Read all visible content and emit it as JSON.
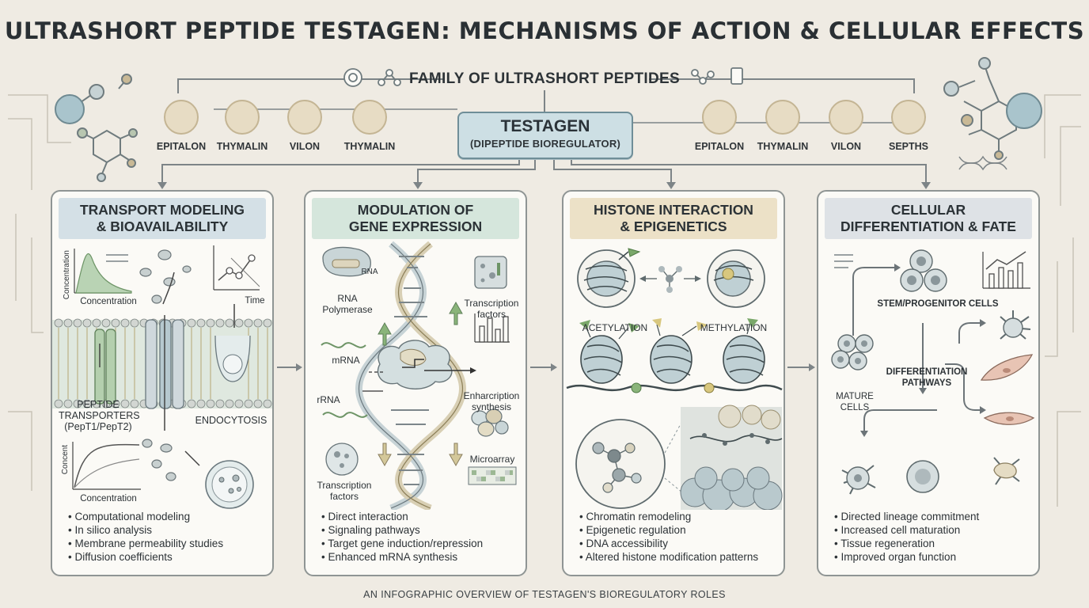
{
  "title": "ULTRASHORT PEPTIDE TESTAGEN: MECHANISMS OF ACTION & CELLULAR EFFECTS",
  "family": {
    "title": "FAMILY OF ULTRASHORT PEPTIDES",
    "left": [
      "EPITALON",
      "THYMALIN",
      "VILON",
      "THYMALIN"
    ],
    "right": [
      "EPITALON",
      "THYMALIN",
      "VILON",
      "SEPTHS"
    ]
  },
  "central": {
    "name": "TESTAGEN",
    "subtitle": "(DIPEPTIDE BIOREGULATOR)"
  },
  "panels": {
    "transport": {
      "title_line1": "TRANSPORT MODELING",
      "title_line2": "& BIOAVAILABILITY",
      "labels": {
        "concentration_axis": "Concentration",
        "concentration": "Concentration",
        "time": "Time",
        "transporters_1": "PEPTIDE",
        "transporters_2": "TRANSPORTERS",
        "transporters_3": "(PepT1/PepT2)",
        "endocytosis": "ENDOCYTOSIS",
        "concent_axis": "Concent",
        "concentration_bottom": "Concentration"
      },
      "items": [
        "Computational modeling",
        "In silico analysis",
        "Membrane permeability studies",
        "Diffusion coefficients"
      ]
    },
    "gene": {
      "title_line1": "MODULATION OF",
      "title_line2": "GENE EXPRESSION",
      "labels": {
        "rna_tag": "RNA",
        "polymerase_1": "RNA",
        "polymerase_2": "Polymerase",
        "tf_top_1": "Transcription",
        "tf_top_2": "factors",
        "mrna": "mRNA",
        "rrna": "rRNA",
        "enh_1": "Enharcription",
        "enh_2": "synthesis",
        "microarray": "Microarray",
        "tf_bottom_1": "Transcription",
        "tf_bottom_2": "factors"
      },
      "items": [
        "Direct interaction",
        "Signaling pathways",
        "Target gene induction/repression",
        "Enhanced mRNA synthesis"
      ]
    },
    "histone": {
      "title_line1": "HISTONE INTERACTION",
      "title_line2": "& EPIGENETICS",
      "labels": {
        "acetylation": "ACETYLATION",
        "methylation": "METHYLATION"
      },
      "items": [
        "Chromatin remodeling",
        "Epigenetic regulation",
        "DNA accessibility",
        "Altered histone modification patterns"
      ]
    },
    "cellular": {
      "title_line1": "CELLULAR",
      "title_line2": "DIFFERENTIATION & FATE",
      "labels": {
        "stem": "STEM/PROGENITOR CELLS",
        "diff_1": "DIFFERENTIATION",
        "diff_2": "PATHWAYS",
        "mature_1": "MATURE",
        "mature_2": "CELLS"
      },
      "items": [
        "Directed lineage commitment",
        "Increased cell maturation",
        "Tissue regeneration",
        "Improved organ function"
      ]
    }
  },
  "footer": "AN INFOGRAPHIC OVERVIEW OF TESTAGEN'S BIOREGULATORY ROLES",
  "colors": {
    "background": "#efebe3",
    "panel_header_transport": "#d4e0e6",
    "panel_header_gene": "#d5e6dc",
    "panel_header_histone": "#ece1c7",
    "panel_header_cellular": "#dee2e6",
    "central_box": "#cddfe4",
    "peptide_circle": "#e7dcc4",
    "accent_green": "#7aa86a"
  }
}
